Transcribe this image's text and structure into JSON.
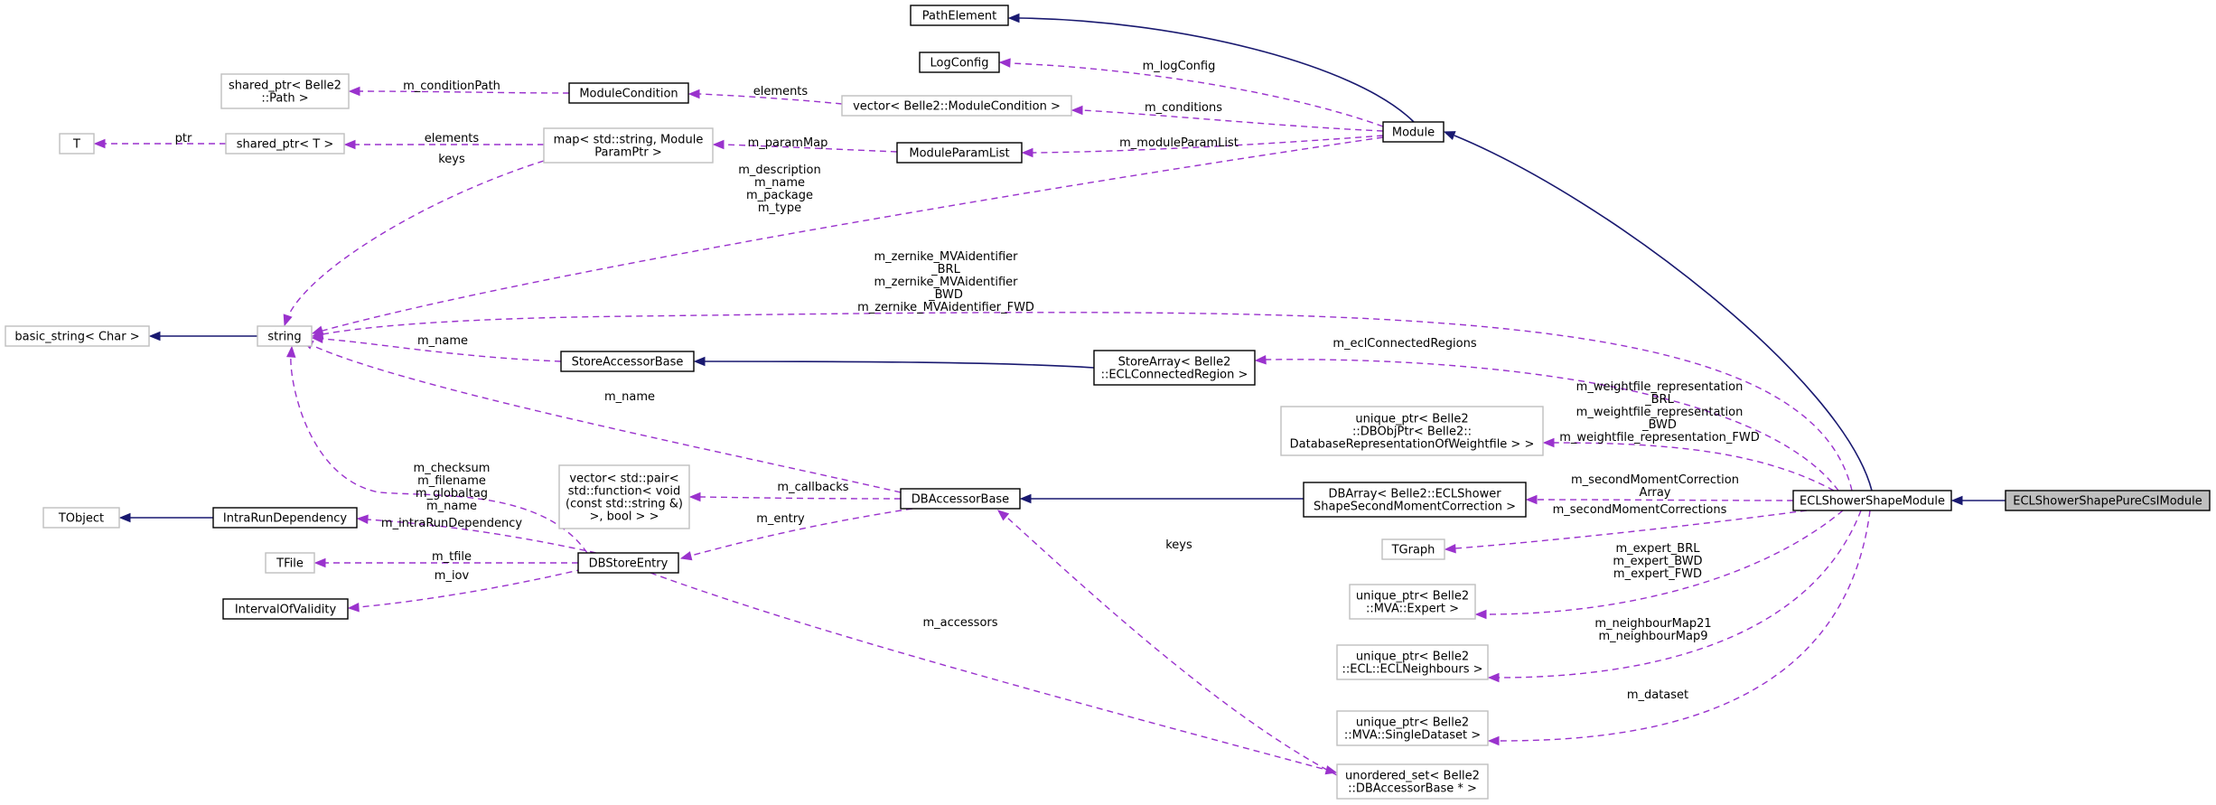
{
  "nodes": {
    "path_element": [
      "PathElement"
    ],
    "log_config": [
      "LogConfig"
    ],
    "shared_ptr_path": [
      "shared_ptr< Belle2",
      "::Path >"
    ],
    "module_condition": [
      "ModuleCondition"
    ],
    "vector_module_condition": [
      "vector< Belle2::ModuleCondition >"
    ],
    "t": [
      "T"
    ],
    "shared_ptr_t": [
      "shared_ptr< T >"
    ],
    "map_module_param": [
      "map< std::string, Module",
      "ParamPtr >"
    ],
    "module_param_list": [
      "ModuleParamList"
    ],
    "module": [
      "Module"
    ],
    "basic_string": [
      "basic_string< Char >"
    ],
    "string": [
      "string"
    ],
    "store_accessor_base": [
      "StoreAccessorBase"
    ],
    "store_array": [
      "StoreArray< Belle2",
      "::ECLConnectedRegion >"
    ],
    "unique_ptr_db": [
      "unique_ptr< Belle2",
      "::DBObjPtr< Belle2::",
      "DatabaseRepresentationOfWeightfile > >"
    ],
    "tobject": [
      "TObject"
    ],
    "intra_run_dependency": [
      "IntraRunDependency"
    ],
    "vector_pair": [
      "vector< std::pair<",
      "std::function< void",
      "(const std::string &)",
      ">, bool > >"
    ],
    "db_accessor_base": [
      "DBAccessorBase"
    ],
    "db_array": [
      "DBArray< Belle2::ECLShower",
      "ShapeSecondMomentCorrection >"
    ],
    "ecl_shower_shape_module": [
      "ECLShowerShapeModule"
    ],
    "ecl_shower_shape_pure_csi_module": [
      "ECLShowerShapePureCsIModule"
    ],
    "tgraph": [
      "TGraph"
    ],
    "tfile": [
      "TFile"
    ],
    "db_store_entry": [
      "DBStoreEntry"
    ],
    "interval_of_validity": [
      "IntervalOfValidity"
    ],
    "unique_ptr_expert": [
      "unique_ptr< Belle2",
      "::MVA::Expert >"
    ],
    "unique_ptr_neighbours": [
      "unique_ptr< Belle2",
      "::ECL::ECLNeighbours >"
    ],
    "unique_ptr_dataset": [
      "unique_ptr< Belle2",
      "::MVA::SingleDataset >"
    ],
    "unordered_set": [
      "unordered_set< Belle2",
      "::DBAccessorBase * >"
    ]
  },
  "edge_labels": {
    "m_logConfig": [
      "m_logConfig"
    ],
    "m_conditionPath": [
      "m_conditionPath"
    ],
    "elements_vec": [
      "elements"
    ],
    "m_conditions": [
      "m_conditions"
    ],
    "ptr": [
      "ptr"
    ],
    "elements_shared": [
      "elements"
    ],
    "m_paramMap": [
      "m_paramMap"
    ],
    "m_moduleParamList": [
      "m_moduleParamList"
    ],
    "keys_map": [
      "keys"
    ],
    "module_strings": [
      "m_description",
      "m_name",
      "m_package",
      "m_type"
    ],
    "zernike": [
      "m_zernike_MVAidentifier",
      "_BRL",
      "m_zernike_MVAidentifier",
      "_BWD",
      "m_zernike_MVAidentifier_FWD"
    ],
    "m_name_store": [
      "m_name"
    ],
    "m_eclConnectedRegions": [
      "m_eclConnectedRegions"
    ],
    "m_name_db": [
      "m_name"
    ],
    "weightfile": [
      "m_weightfile_representation",
      "_BRL",
      "m_weightfile_representation",
      "_BWD",
      "m_weightfile_representation_FWD"
    ],
    "entry_strings": [
      "m_checksum",
      "m_filename",
      "m_globaltag",
      "m_name"
    ],
    "m_callbacks": [
      "m_callbacks"
    ],
    "m_secondMomentCorrection": [
      "m_secondMomentCorrection",
      "Array"
    ],
    "m_secondMomentCorrections": [
      "m_secondMomentCorrections"
    ],
    "m_intraRunDependency": [
      "m_intraRunDependency"
    ],
    "m_entry": [
      "m_entry"
    ],
    "m_tfile": [
      "m_tfile"
    ],
    "m_iov": [
      "m_iov"
    ],
    "keys_set": [
      "keys"
    ],
    "experts": [
      "m_expert_BRL",
      "m_expert_BWD",
      "m_expert_FWD"
    ],
    "m_accessors": [
      "m_accessors"
    ],
    "neighbour_maps": [
      "m_neighbourMap21",
      "m_neighbourMap9"
    ],
    "m_dataset": [
      "m_dataset"
    ]
  }
}
